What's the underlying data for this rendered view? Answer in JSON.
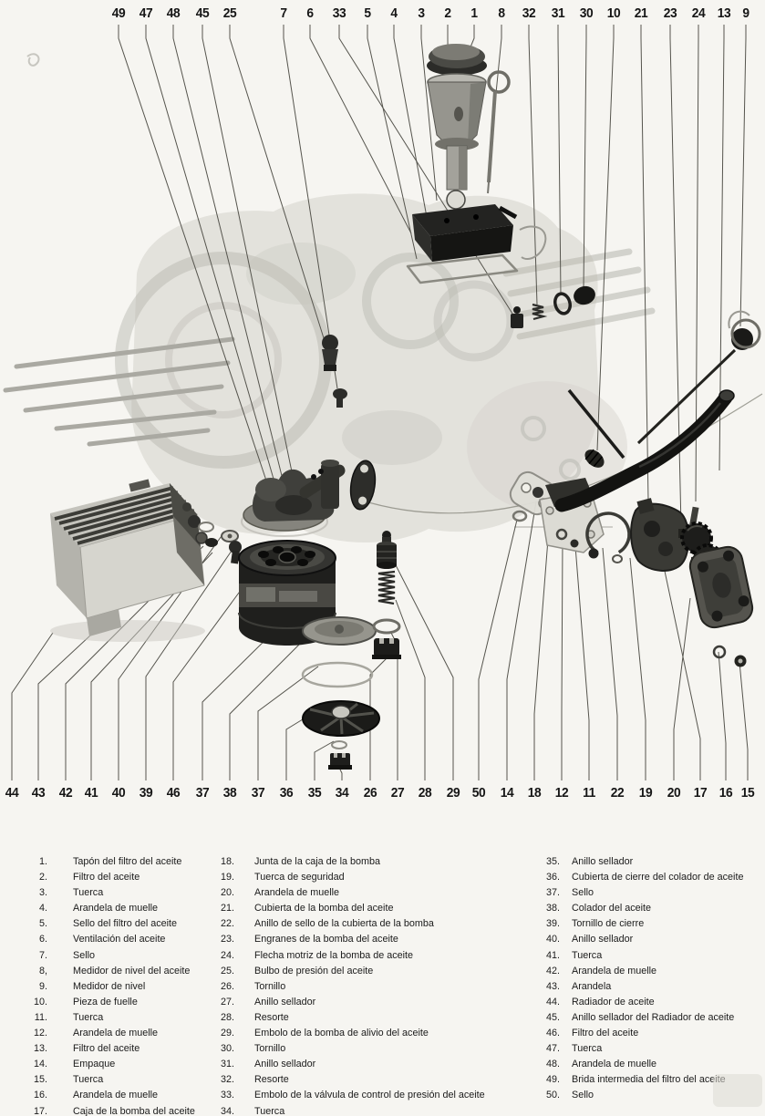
{
  "callouts": {
    "top": [
      "49",
      "47",
      "48",
      "45",
      "25",
      "7",
      "6",
      "33",
      "5",
      "4",
      "3",
      "2",
      "1",
      "8",
      "32",
      "31",
      "30",
      "10",
      "21",
      "23",
      "24",
      "13",
      "9"
    ],
    "bottom": [
      "44",
      "43",
      "42",
      "41",
      "40",
      "39",
      "46",
      "37",
      "38",
      "37",
      "36",
      "35",
      "34",
      "26",
      "27",
      "28",
      "29",
      "50",
      "14",
      "18",
      "12",
      "11",
      "22",
      "19",
      "20",
      "17",
      "16",
      "15"
    ]
  },
  "parts_list": {
    "col1": [
      {
        "num": "1.",
        "name": "Tapón del filtro del aceite"
      },
      {
        "num": "2.",
        "name": "Filtro del aceite"
      },
      {
        "num": "3.",
        "name": "Tuerca"
      },
      {
        "num": "4.",
        "name": "Arandela de muelle"
      },
      {
        "num": "5.",
        "name": "Sello del filtro del aceite"
      },
      {
        "num": "6.",
        "name": "Ventilación del aceite"
      },
      {
        "num": "7.",
        "name": "Sello"
      },
      {
        "num": "8,",
        "name": "Medidor de nivel del aceite"
      },
      {
        "num": "9.",
        "name": "Medidor de nivel"
      },
      {
        "num": "10.",
        "name": "Pieza de fuelle"
      },
      {
        "num": "11.",
        "name": "Tuerca"
      },
      {
        "num": "12.",
        "name": "Arandela de muelle"
      },
      {
        "num": "13.",
        "name": "Filtro del aceite"
      },
      {
        "num": "14.",
        "name": "Empaque"
      },
      {
        "num": "15.",
        "name": "Tuerca"
      },
      {
        "num": "16.",
        "name": "Arandela de muelle"
      },
      {
        "num": "17.",
        "name": "Caja de la bomba del aceite"
      }
    ],
    "col2": [
      {
        "num": "18.",
        "name": "Junta de la caja de la bomba"
      },
      {
        "num": "19.",
        "name": "Tuerca de seguridad"
      },
      {
        "num": "20.",
        "name": "Arandela de muelle"
      },
      {
        "num": "21.",
        "name": "Cubierta de la bomba del aceite"
      },
      {
        "num": "22.",
        "name": "Anillo de sello de la cubierta de la bomba"
      },
      {
        "num": "23.",
        "name": "Engranes de la bomba del aceite"
      },
      {
        "num": "24.",
        "name": "Flecha motriz de la bomba de aceite"
      },
      {
        "num": "25.",
        "name": "Bulbo de presión del aceite"
      },
      {
        "num": "26.",
        "name": "Tornillo"
      },
      {
        "num": "27.",
        "name": "Anillo sellador"
      },
      {
        "num": "28.",
        "name": "Resorte"
      },
      {
        "num": "29.",
        "name": "Embolo de la bomba de alivio del aceite"
      },
      {
        "num": "30.",
        "name": "Tornillo"
      },
      {
        "num": "31.",
        "name": "Anillo sellador"
      },
      {
        "num": "32.",
        "name": "Resorte"
      },
      {
        "num": "33.",
        "name": "Embolo de la válvula de control de presión del aceite"
      },
      {
        "num": "34.",
        "name": "Tuerca"
      }
    ],
    "col3": [
      {
        "num": "35.",
        "name": "Anillo sellador"
      },
      {
        "num": "36.",
        "name": "Cubierta de cierre del colador de aceite"
      },
      {
        "num": "37.",
        "name": "Sello"
      },
      {
        "num": "38.",
        "name": "Colador del aceite"
      },
      {
        "num": "39.",
        "name": "Tornillo de cierre"
      },
      {
        "num": "40.",
        "name": "Anillo sellador"
      },
      {
        "num": "41.",
        "name": "Tuerca"
      },
      {
        "num": "42.",
        "name": "Arandela de muelle"
      },
      {
        "num": "43.",
        "name": "Arandela"
      },
      {
        "num": "44.",
        "name": "Radiador de aceite"
      },
      {
        "num": "45.",
        "name": "Anillo sellador del Radiador de aceite"
      },
      {
        "num": "46.",
        "name": "Filtro del aceite"
      },
      {
        "num": "47.",
        "name": "Tuerca"
      },
      {
        "num": "48.",
        "name": "Arandela de muelle"
      },
      {
        "num": "49.",
        "name": "Brida intermedia del filtro del aceite"
      },
      {
        "num": "50.",
        "name": "Sello"
      }
    ]
  },
  "colors": {
    "paper": "#f6f5f1",
    "ink": "#1c1c1c",
    "leader_line": "#55544d",
    "dark_part": "#1d1d1b",
    "metal": "#9a9992",
    "ghost_block": "#c9c8c1"
  }
}
